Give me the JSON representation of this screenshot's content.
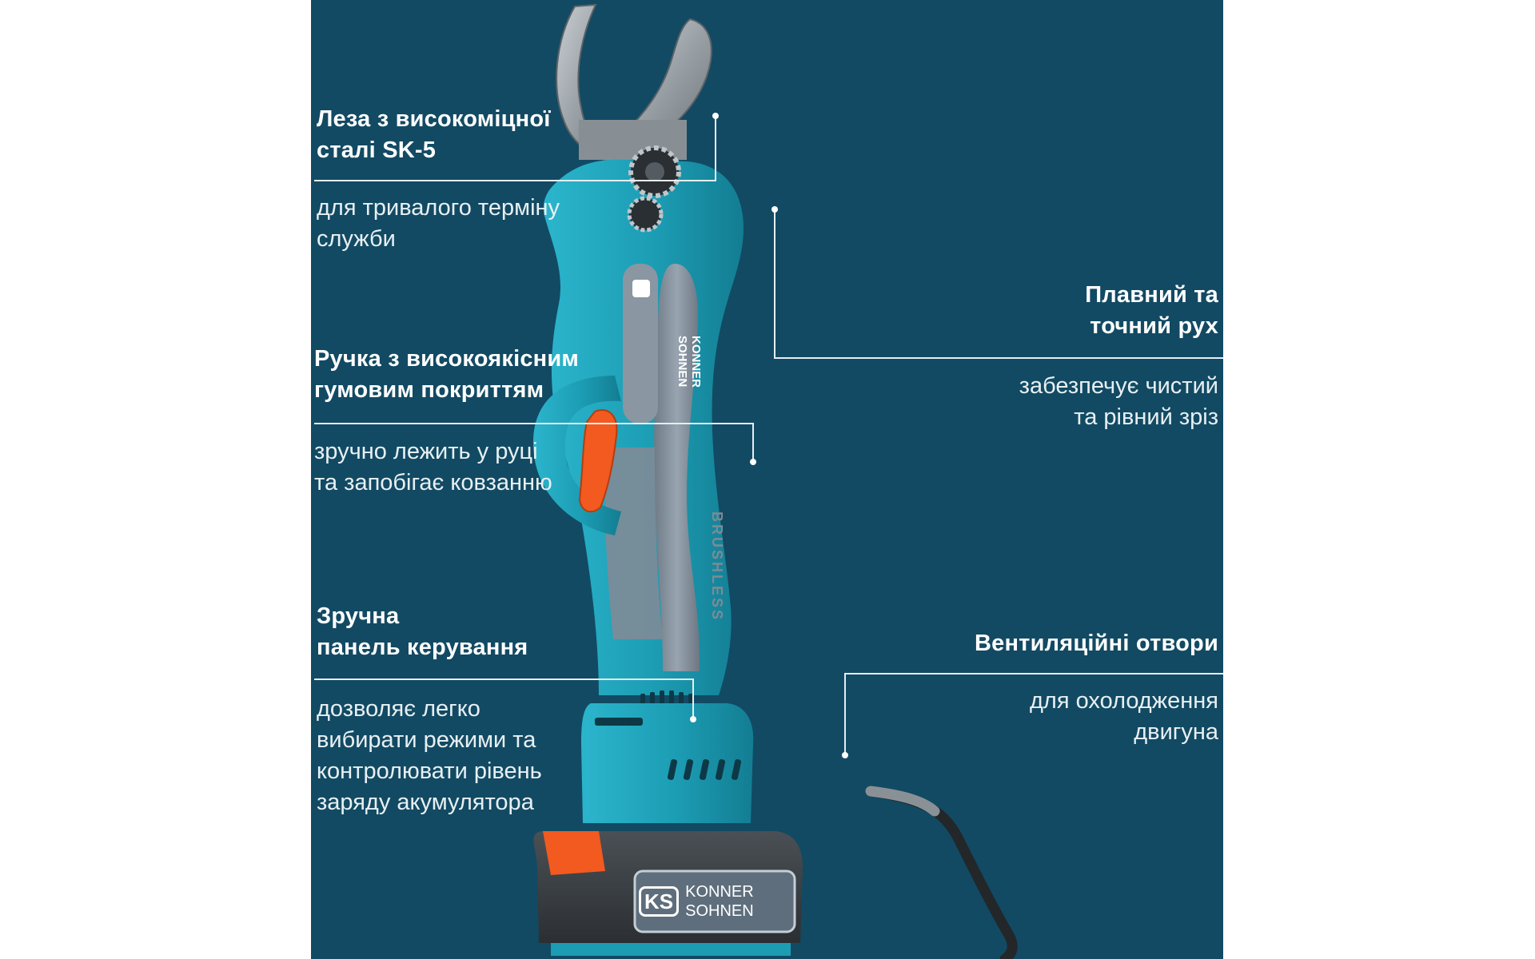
{
  "colors": {
    "background": "#124a63",
    "tool_body": "#1c9db4",
    "tool_grip": "#8592a0",
    "trigger": "#f25a1f",
    "leader_line": "#e6eef2",
    "battery": "#3c4145"
  },
  "callouts": [
    {
      "id": "blades",
      "title": "Леза з високоміцної\nсталі SK-5",
      "desc": "для тривалого терміну\nслужби"
    },
    {
      "id": "handle",
      "title": "Ручка з високоякісним\nгумовим покриттям",
      "desc": "зручно лежить у руці\nта запобігає ковзанню"
    },
    {
      "id": "control",
      "title": "Зручна\nпанель керування",
      "desc": "дозволяє легко\nвибирати режими та\nконтролювати рівень\nзаряду акумулятора"
    },
    {
      "id": "motion",
      "title": "Плавний та\nточний рух",
      "desc": "забезпечує чистий\nта рівний зріз"
    },
    {
      "id": "vents",
      "title": "Вентиляційні отвори",
      "desc": "для охолодження\nдвигуна"
    }
  ],
  "product": {
    "brand_line1": "KONNER",
    "brand_line2": "SOHNEN",
    "brand_mark": "KS",
    "motor_label": "BRUSHLESS"
  },
  "icons": [
    "pruner-tool-illustration",
    "brand-logo-icon"
  ]
}
